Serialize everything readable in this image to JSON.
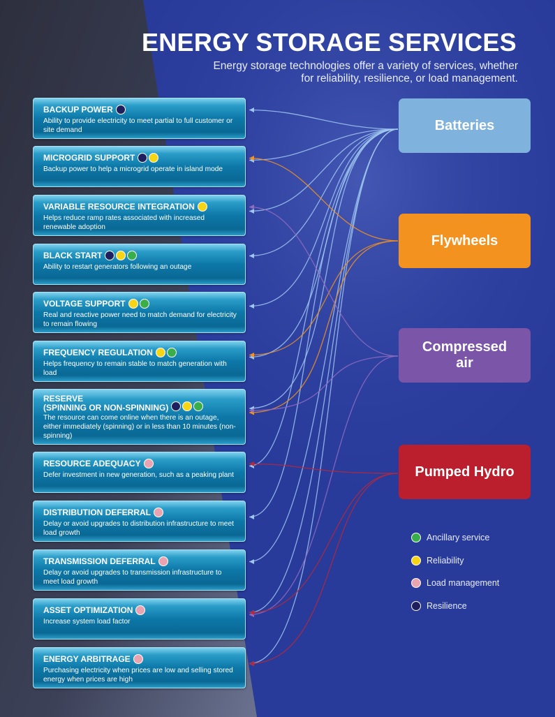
{
  "header": {
    "title": "ENERGY STORAGE SERVICES",
    "subtitle": "Energy storage technologies offer a variety of services, whether for reliability, resilience, or load management."
  },
  "colors": {
    "resilience": "#1e1f5e",
    "reliability": "#f6d416",
    "ancillary": "#3aae48",
    "load": "#eaa3b0",
    "batteries": "#7fb2dc",
    "flywheels": "#f4921f",
    "compressed_air": "#7b55a8",
    "pumped_hydro": "#bb1e2c"
  },
  "services": [
    {
      "name": "BACKUP POWER",
      "desc": "Ability to provide electricity to meet partial to full customer or site demand",
      "tags": [
        "resilience"
      ]
    },
    {
      "name": "MICROGRID SUPPORT",
      "desc": "Backup power to help a microgrid operate in island mode",
      "tags": [
        "resilience",
        "reliability"
      ]
    },
    {
      "name": "VARIABLE RESOURCE INTEGRATION",
      "desc": "Helps reduce ramp rates associated with increased renewable adoption",
      "tags": [
        "reliability"
      ]
    },
    {
      "name": "BLACK START",
      "desc": "Ability to restart generators following an outage",
      "tags": [
        "resilience",
        "reliability",
        "ancillary"
      ]
    },
    {
      "name": "VOLTAGE SUPPORT",
      "desc": "Real and reactive power need to match demand for electricity to remain flowing",
      "tags": [
        "reliability",
        "ancillary"
      ]
    },
    {
      "name": "FREQUENCY REGULATION",
      "desc": "Helps frequency to remain stable to match generation with load",
      "tags": [
        "reliability",
        "ancillary"
      ]
    },
    {
      "name": "RESERVE\n(SPINNING OR NON-SPINNING)",
      "desc": "The resource can come online when there is an outage, either immediately (spinning) or in less than 10 minutes (non-spinning)",
      "tags": [
        "resilience",
        "reliability",
        "ancillary"
      ]
    },
    {
      "name": "RESOURCE ADEQUACY",
      "desc": "Defer investment in new generation, such as a peaking plant",
      "tags": [
        "load"
      ]
    },
    {
      "name": "DISTRIBUTION DEFERRAL",
      "desc": "Delay or avoid upgrades to distribution infrastructure to meet load growth",
      "tags": [
        "load"
      ]
    },
    {
      "name": "TRANSMISSION DEFERRAL",
      "desc": "Delay or avoid upgrades to transmission infrastructure to meet load growth",
      "tags": [
        "load"
      ]
    },
    {
      "name": "ASSET OPTIMIZATION",
      "desc": "Increase system load factor",
      "tags": [
        "load"
      ]
    },
    {
      "name": "ENERGY ARBITRAGE",
      "desc": "Purchasing electricity when prices are low and selling stored energy when prices are high",
      "tags": [
        "load"
      ]
    }
  ],
  "technologies": [
    {
      "key": "batteries",
      "name": "Batteries",
      "connects": [
        0,
        1,
        2,
        3,
        4,
        5,
        6,
        7,
        8,
        9,
        10,
        11
      ]
    },
    {
      "key": "flywheels",
      "name": "Flywheels",
      "connects": [
        1,
        5,
        6
      ]
    },
    {
      "key": "compressed_air",
      "name": "Compressed air",
      "connects": [
        2,
        6,
        10
      ]
    },
    {
      "key": "pumped_hydro",
      "name": "Pumped Hydro",
      "connects": [
        7,
        10,
        11
      ]
    }
  ],
  "legend": [
    {
      "key": "ancillary",
      "label": "Ancillary service"
    },
    {
      "key": "reliability",
      "label": "Reliability"
    },
    {
      "key": "load",
      "label": "Load management"
    },
    {
      "key": "resilience",
      "label": "Resilience"
    }
  ]
}
